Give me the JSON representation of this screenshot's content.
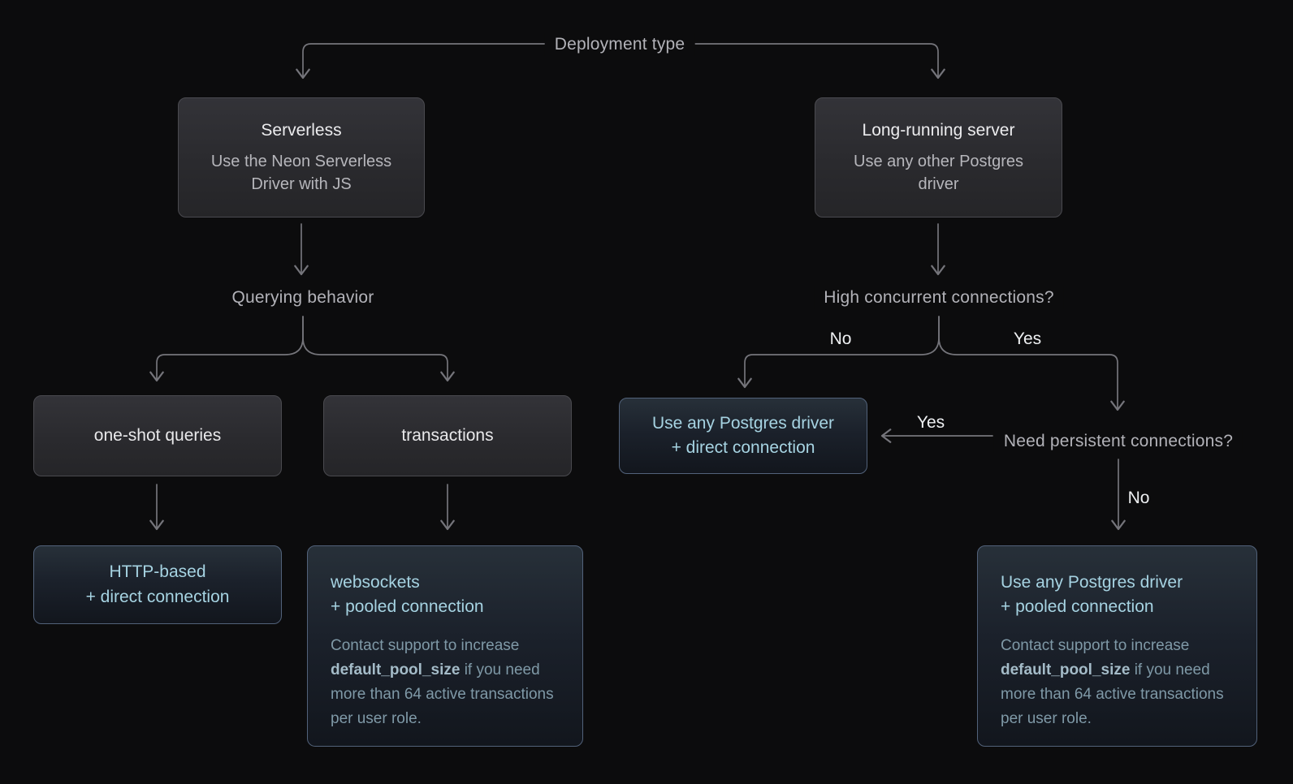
{
  "diagram": {
    "root_label": "Deployment type",
    "left_branch": {
      "node": {
        "title": "Serverless",
        "subtitle_line1": "Use the Neon Serverless",
        "subtitle_line2": "Driver with JS"
      },
      "decision": "Querying behavior",
      "option_one_shot": "one-shot queries",
      "option_transactions": "transactions",
      "outcome_http": {
        "line1": "HTTP-based",
        "line2": "+ direct connection"
      },
      "outcome_websockets": {
        "line1": "websockets",
        "line2": "+ pooled connection",
        "note_pre": "Contact support to increase ",
        "note_bold": "default_pool_size",
        "note_post": " if you need more than 64 active transactions per user role."
      }
    },
    "right_branch": {
      "node": {
        "title": "Long-running server",
        "subtitle_line1": "Use any other Postgres",
        "subtitle_line2": "driver"
      },
      "decision_concurrent": "High concurrent connections?",
      "concurrent_no": "No",
      "concurrent_yes": "Yes",
      "decision_persistent": "Need persistent connections?",
      "persistent_yes": "Yes",
      "persistent_no": "No",
      "outcome_direct": {
        "line1": "Use any Postgres driver",
        "line2": "+ direct connection"
      },
      "outcome_pooled": {
        "line1": "Use any Postgres driver",
        "line2": "+ pooled connection",
        "note_pre": "Contact support to increase ",
        "note_bold": "default_pool_size",
        "note_post": " if you need more than 64 active transactions per user role."
      }
    },
    "colors": {
      "background": "#0c0c0d",
      "connector": "#75757b",
      "accent_teal": "#a6d3e2",
      "gray_box_border": "#4a4a4f",
      "blue_box_border": "#52627a"
    }
  }
}
